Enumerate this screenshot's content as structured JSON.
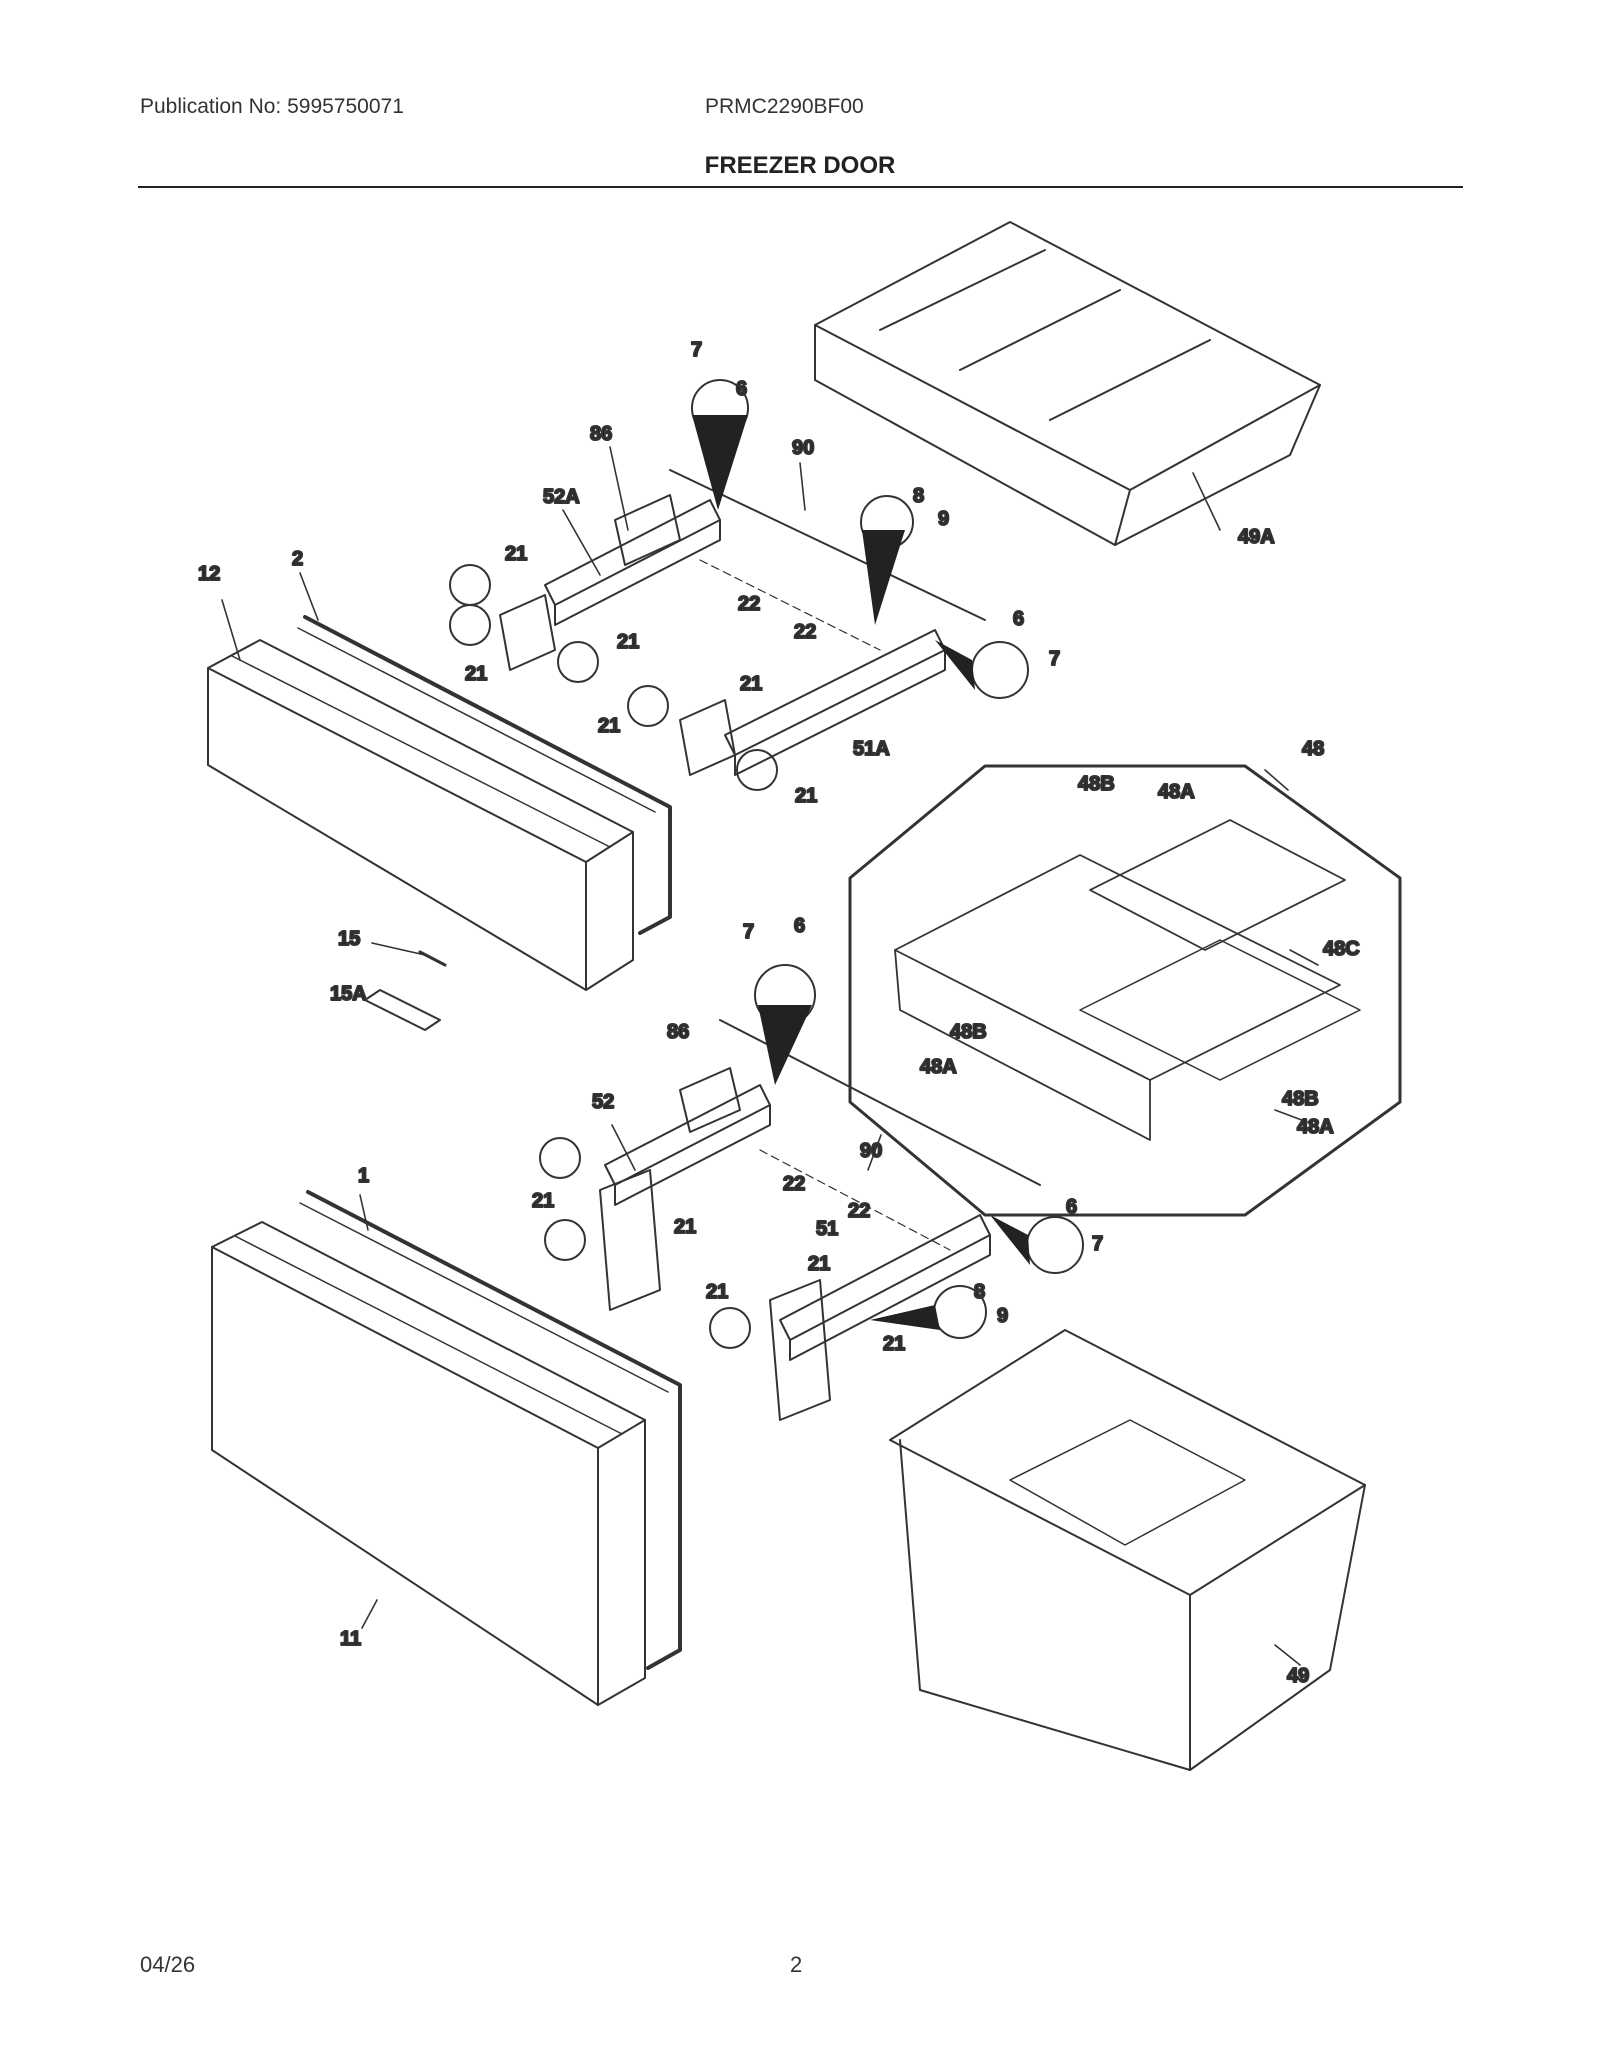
{
  "header": {
    "publication": "Publication No: 5995750071",
    "model": "PRMC2290BF00",
    "title": "FREEZER DOOR"
  },
  "footer": {
    "date": "04/26",
    "page": "2"
  },
  "callouts": [
    {
      "id": "c1",
      "text": "7"
    },
    {
      "id": "c2",
      "text": "6"
    },
    {
      "id": "c3",
      "text": "86"
    },
    {
      "id": "c4",
      "text": "90"
    },
    {
      "id": "c5",
      "text": "52A"
    },
    {
      "id": "c6",
      "text": "8"
    },
    {
      "id": "c7",
      "text": "9"
    },
    {
      "id": "c8",
      "text": "49A"
    },
    {
      "id": "c9",
      "text": "12"
    },
    {
      "id": "c10",
      "text": "2"
    },
    {
      "id": "c11",
      "text": "21"
    },
    {
      "id": "c12",
      "text": "22"
    },
    {
      "id": "c13",
      "text": "21"
    },
    {
      "id": "c14",
      "text": "21"
    },
    {
      "id": "c15",
      "text": "22"
    },
    {
      "id": "c16",
      "text": "6"
    },
    {
      "id": "c17",
      "text": "7"
    },
    {
      "id": "c18",
      "text": "21"
    },
    {
      "id": "c19",
      "text": "21"
    },
    {
      "id": "c20",
      "text": "51A"
    },
    {
      "id": "c21",
      "text": "21"
    },
    {
      "id": "c22",
      "text": "48"
    },
    {
      "id": "c23",
      "text": "48B"
    },
    {
      "id": "c24",
      "text": "48A"
    },
    {
      "id": "c25",
      "text": "15"
    },
    {
      "id": "c26",
      "text": "15A"
    },
    {
      "id": "c27",
      "text": "48C"
    },
    {
      "id": "c28",
      "text": "7"
    },
    {
      "id": "c29",
      "text": "6"
    },
    {
      "id": "c30",
      "text": "48B"
    },
    {
      "id": "c31",
      "text": "48A"
    },
    {
      "id": "c32",
      "text": "86"
    },
    {
      "id": "c33",
      "text": "52"
    },
    {
      "id": "c34",
      "text": "48B"
    },
    {
      "id": "c35",
      "text": "48A"
    },
    {
      "id": "c36",
      "text": "90"
    },
    {
      "id": "c37",
      "text": "1"
    },
    {
      "id": "c38",
      "text": "22"
    },
    {
      "id": "c39",
      "text": "21"
    },
    {
      "id": "c40",
      "text": "21"
    },
    {
      "id": "c41",
      "text": "22"
    },
    {
      "id": "c42",
      "text": "51"
    },
    {
      "id": "c43",
      "text": "6"
    },
    {
      "id": "c44",
      "text": "7"
    },
    {
      "id": "c45",
      "text": "21"
    },
    {
      "id": "c46",
      "text": "21"
    },
    {
      "id": "c47",
      "text": "8"
    },
    {
      "id": "c48",
      "text": "9"
    },
    {
      "id": "c49",
      "text": "21"
    },
    {
      "id": "c50",
      "text": "11"
    },
    {
      "id": "c51",
      "text": "49"
    }
  ]
}
